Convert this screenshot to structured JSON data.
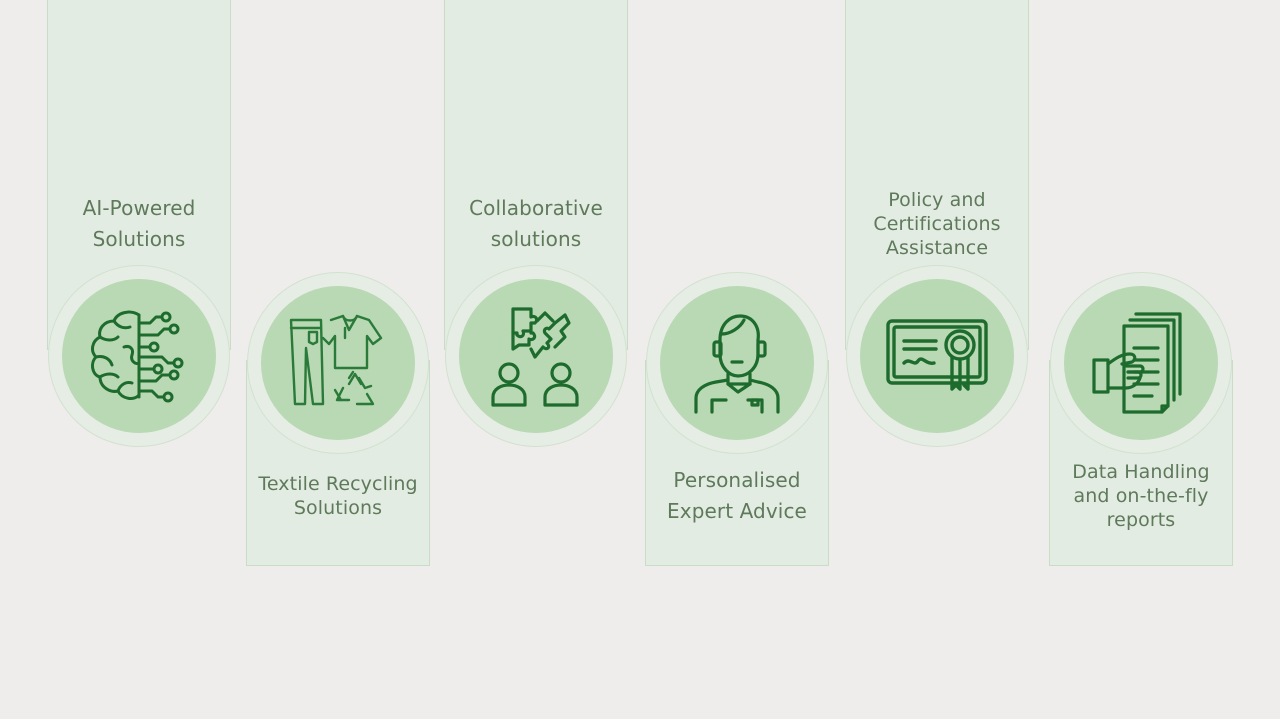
{
  "cards": [
    {
      "lines": [
        "AI-Powered",
        "Solutions"
      ],
      "icon": "brain-circuit-icon"
    },
    {
      "lines": [
        "Textile Recycling",
        "Solutions"
      ],
      "icon": "clothes-recycle-icon"
    },
    {
      "lines": [
        "Collaborative",
        "solutions"
      ],
      "icon": "puzzle-team-icon"
    },
    {
      "lines": [
        "Personalised",
        "Expert Advice"
      ],
      "icon": "expert-advisor-icon"
    },
    {
      "lines": [
        "Policy and",
        "Certifications",
        "Assistance"
      ],
      "icon": "certificate-icon"
    },
    {
      "lines": [
        "Data Handling",
        "and on-the-fly",
        "reports"
      ],
      "icon": "documents-hand-icon"
    }
  ],
  "colors": {
    "background": "#eeedeb",
    "panel": "#e3ece2",
    "disc": "#b9d8b4",
    "icon": "#1d6b2d",
    "text": "#5e7a5b"
  }
}
